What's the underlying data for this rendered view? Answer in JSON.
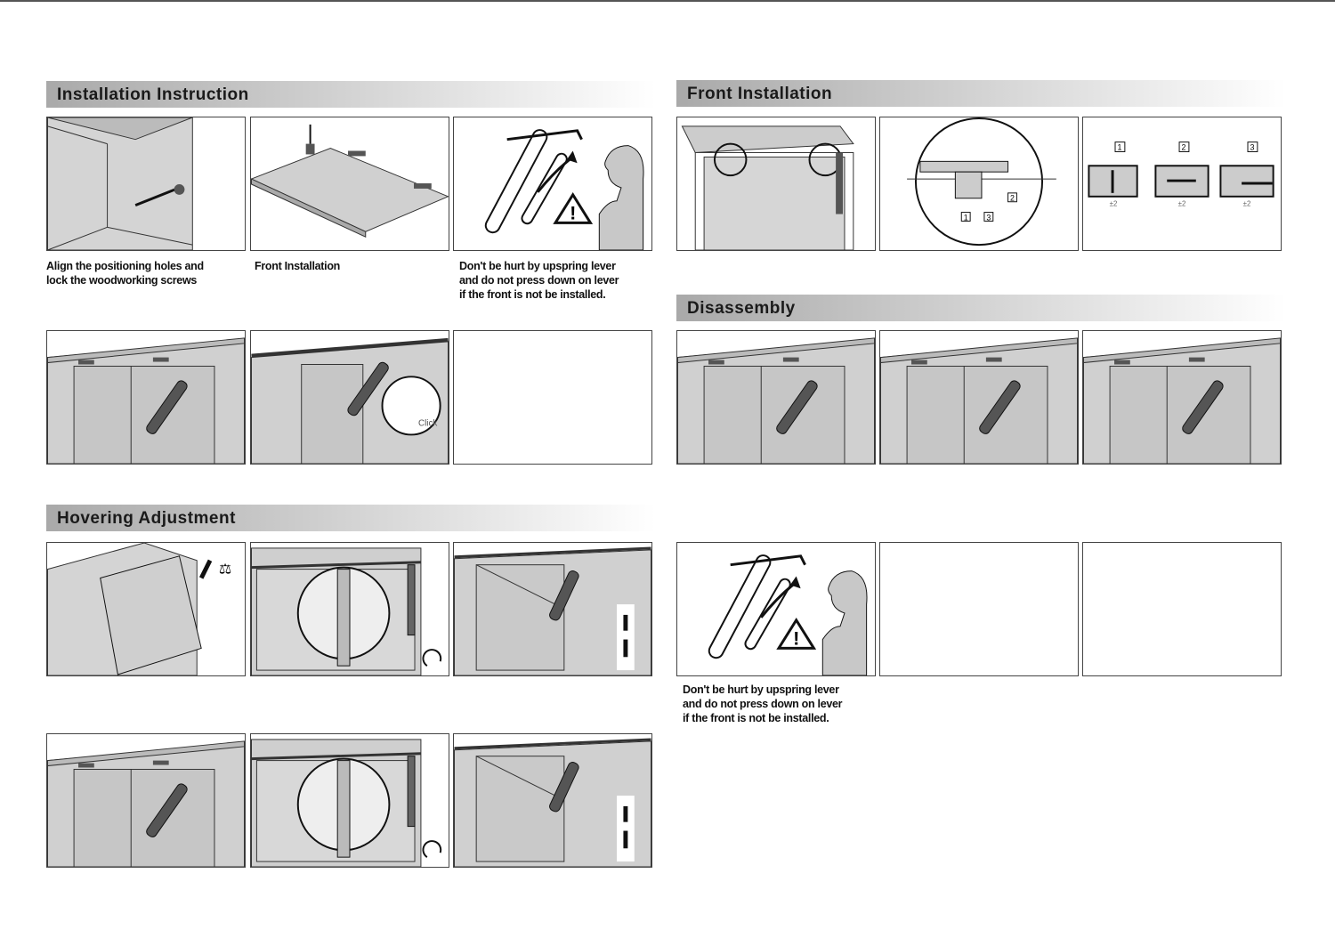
{
  "sections": {
    "installation": {
      "title": "Installation Instruction"
    },
    "front": {
      "title": "Front Installation"
    },
    "disassembly": {
      "title": "Disassembly"
    },
    "hovering": {
      "title": "Hovering Adjustment"
    }
  },
  "captions": {
    "align": [
      "Align the positioning holes and",
      "lock the woodworking screws"
    ],
    "front_installation": "Front Installation",
    "warning": [
      "Don't be hurt by upspring lever",
      "and do not press down on lever",
      "if the front is not be installed."
    ]
  },
  "labels": {
    "click": "Click",
    "adjust_numbers": [
      "1",
      "2",
      "3"
    ],
    "tolerance": "±2",
    "callout_numbers": [
      "1",
      "2",
      "3"
    ],
    "warning_symbol": "!"
  }
}
